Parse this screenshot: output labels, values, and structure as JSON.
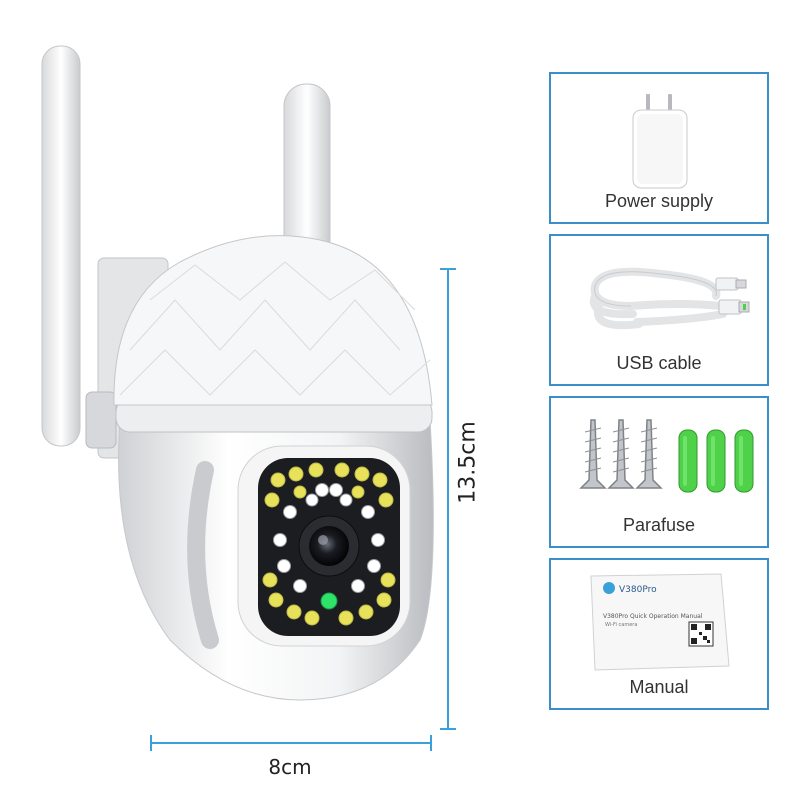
{
  "dimensions": {
    "height_label": "13.5cm",
    "width_label": "8cm"
  },
  "accessories": [
    {
      "label": "Power supply",
      "icon": "power-adapter-icon"
    },
    {
      "label": "USB cable",
      "icon": "usb-cable-icon"
    },
    {
      "label": "Parafuse",
      "icon": "screws-and-anchors-icon"
    },
    {
      "label": "Manual",
      "icon": "manual-icon"
    }
  ],
  "manual": {
    "brand": "V380Pro",
    "title": "V380Pro Quick Operation Manual",
    "subtitle": "Wi-Fi camera"
  },
  "colors": {
    "accent": "#3a8fc8",
    "dimension_line": "#3aa0d8",
    "anchor_green": "#4fd14a",
    "led_yellow": "#e8e25a"
  }
}
